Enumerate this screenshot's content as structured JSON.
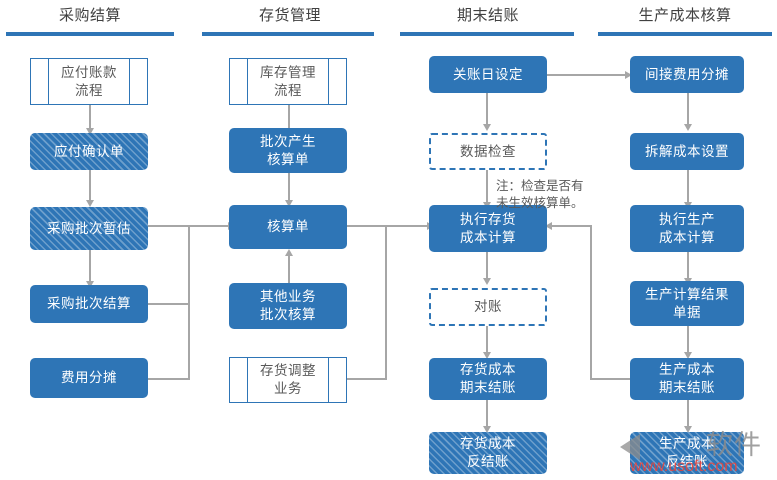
{
  "diagram": {
    "title_columns": [
      {
        "label": "采购结算"
      },
      {
        "label": "存货管理"
      },
      {
        "label": "期末结账"
      },
      {
        "label": "生产成本核算"
      }
    ],
    "nodes": {
      "ap_process": "应付账款\n流程",
      "ap_confirm": "应付确认单",
      "po_batch_estimate": "采购批次暂估",
      "po_batch_settle": "采购批次结算",
      "expense_alloc": "费用分摊",
      "inv_process": "库存管理\n流程",
      "batch_gen_doc": "批次产生\n核算单",
      "accounting_doc": "核算单",
      "other_batch_acct": "其他业务\n批次核算",
      "inv_adjust_biz": "存货调整\n业务",
      "close_date_set": "关账日设定",
      "data_check": "数据检查",
      "exec_inv_cost": "执行存货\n成本计算",
      "reconcile": "对账",
      "inv_cost_close": "存货成本\n期末结账",
      "inv_cost_unclose": "存货成本\n反结账",
      "overhead_alloc": "间接费用分摊",
      "split_cost_set": "拆解成本设置",
      "exec_prod_cost": "执行生产\n成本计算",
      "prod_result_doc": "生产计算结果\n单据",
      "prod_cost_close": "生产成本\n期末结账",
      "prod_cost_unclose": "生产成本\n反结账"
    },
    "note": "注：检查是否有\n未生效核算单。",
    "watermark": {
      "text_cn": "软件",
      "url": "www.usoft.com"
    },
    "colors": {
      "accent": "#2E75B6",
      "connector": "#A6A6A6",
      "header_text": "#404040",
      "box_text_light": "#595959",
      "watermark_url": "#E8453C"
    }
  }
}
